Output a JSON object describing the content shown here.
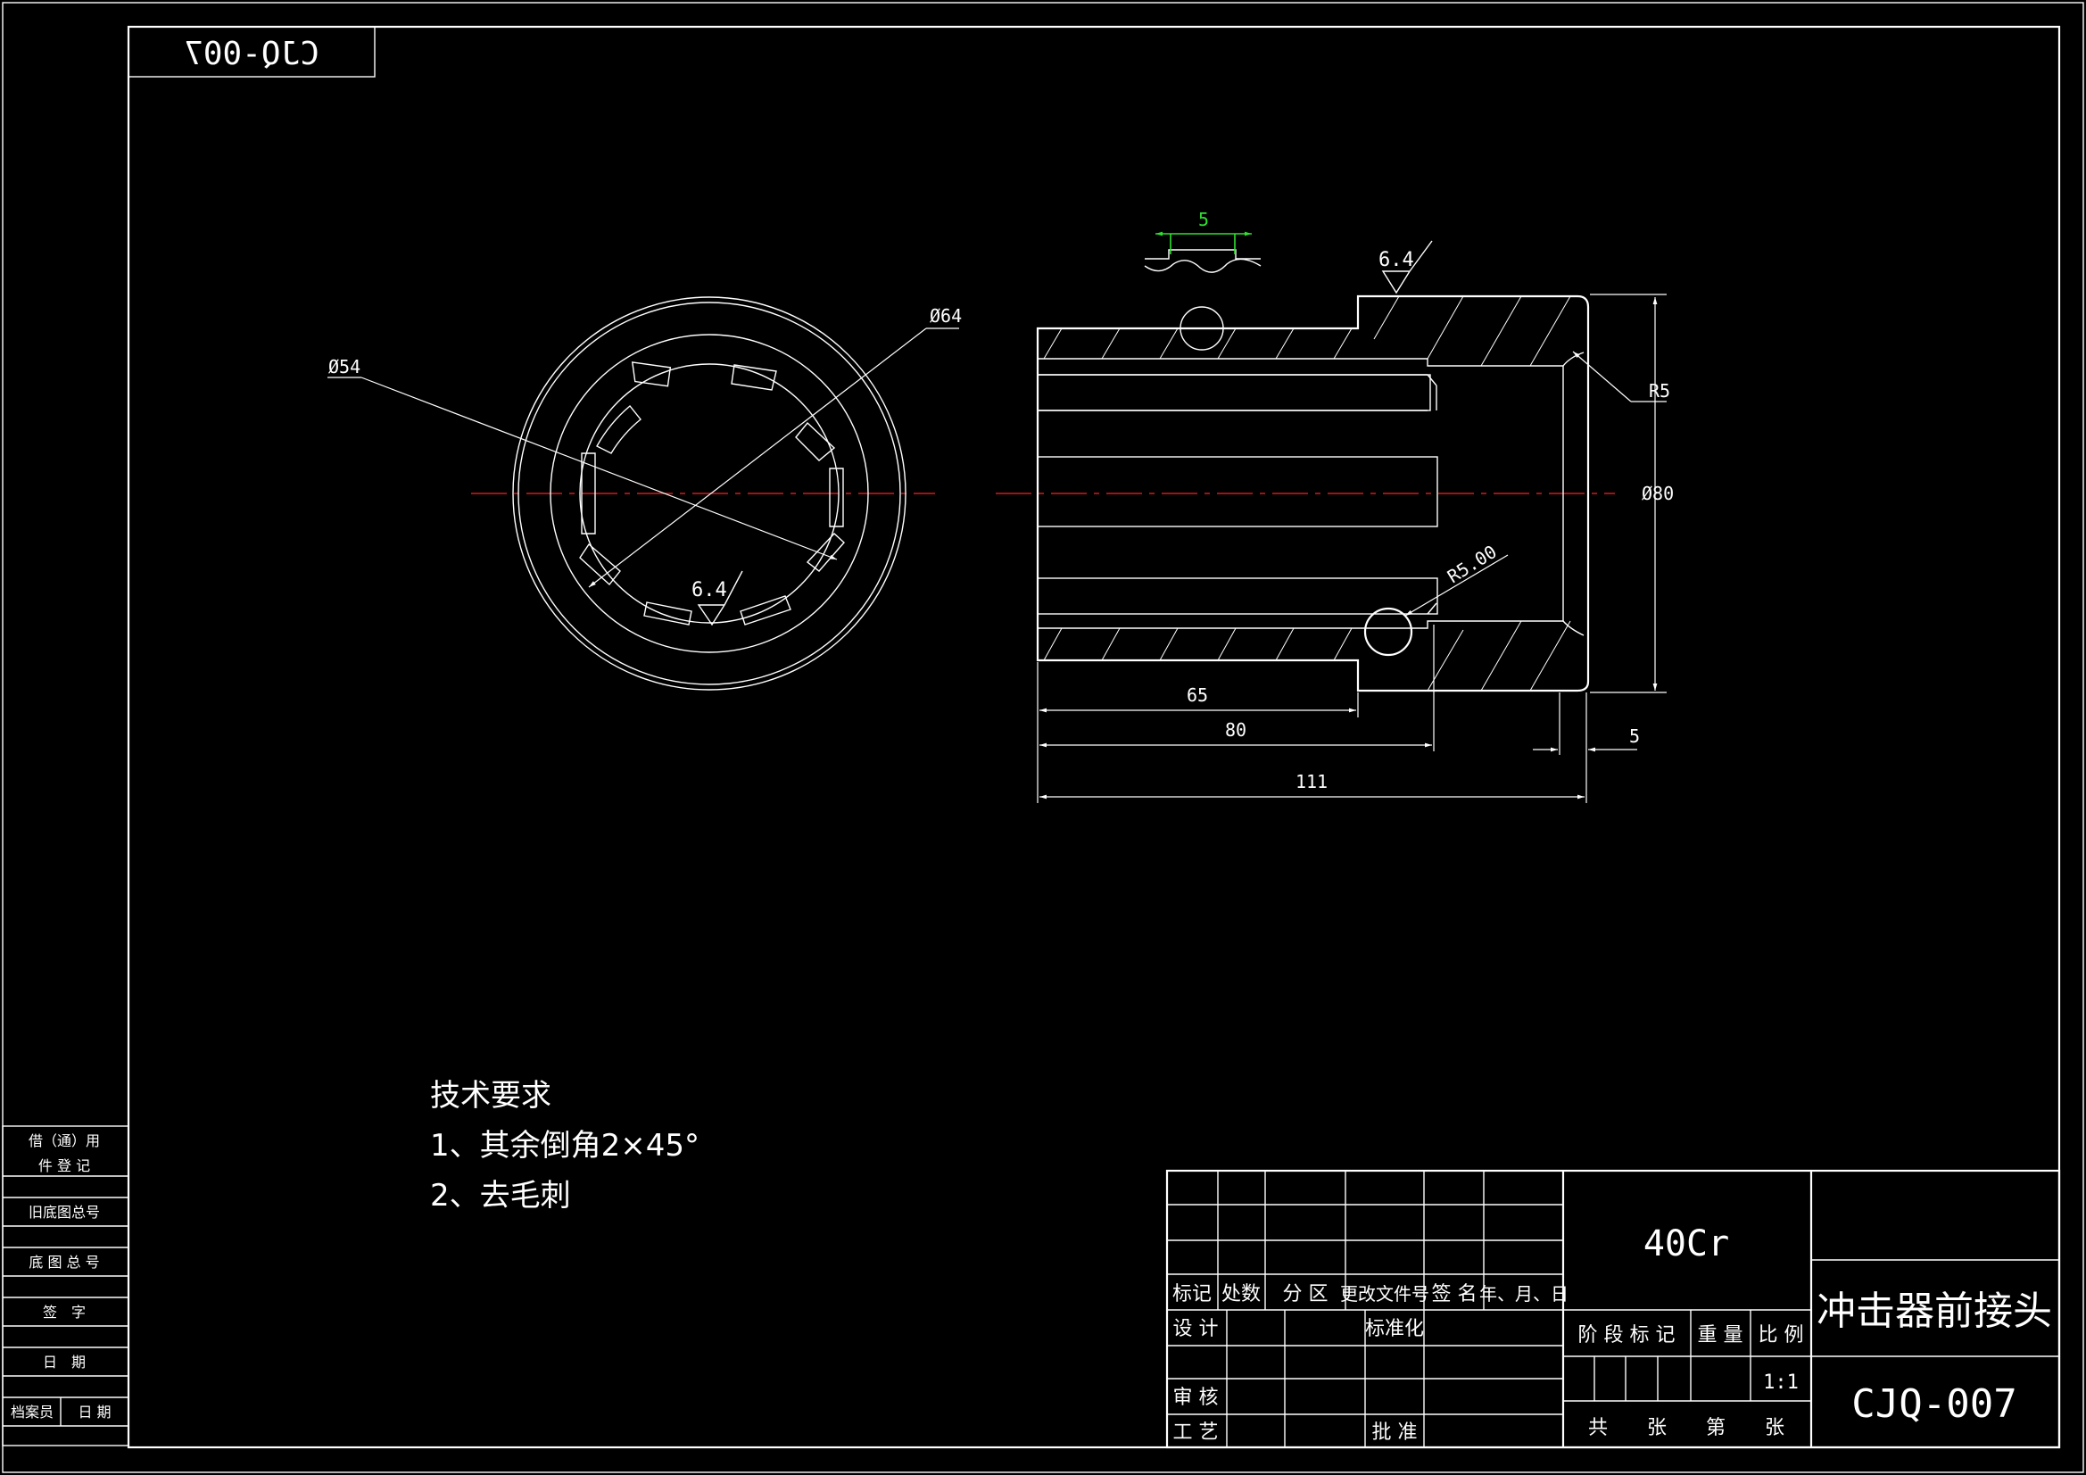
{
  "drawing": {
    "code_mirrored": "CJQ-007",
    "dimensions": {
      "d54": "Ø54",
      "d64": "Ø64",
      "d80": "Ø80",
      "r5": "R5",
      "r5_00": "R5.00",
      "l65": "65",
      "l80": "80",
      "l111": "111",
      "l5": "5",
      "keyway_5": "5"
    },
    "roughness": {
      "front": "6.4",
      "side": "6.4"
    },
    "tech_requirements": {
      "title": "技术要求",
      "item1": "1、其余倒角2×45°",
      "item2": "2、去毛刺"
    }
  },
  "left_strip": {
    "r1a": "借（通）用",
    "r1b": "件 登 记",
    "r2": "旧底图总号",
    "r3": "底 图 总 号",
    "r4": "签　字",
    "r5": "日　期",
    "r6a": "档案员",
    "r6b": "日 期"
  },
  "title_block": {
    "mark": "标记",
    "count": "处数",
    "zone": "分 区",
    "change_doc": "更改文件号",
    "signature": "签 名",
    "date": "年、月、日",
    "design": "设 计",
    "standardize": "标准化",
    "review": "审 核",
    "process": "工 艺",
    "approve": "批 准",
    "material": "40Cr",
    "stage_mark": "阶 段 标 记",
    "weight": "重 量",
    "scale_label": "比 例",
    "scale": "1:1",
    "sheets": "共　　张　　第　　张",
    "part_name": "冲击器前接头",
    "part_code": "CJQ-007"
  },
  "colors": {
    "background": "#000000",
    "lines": "#ffffff",
    "centerline": "#d31c1c",
    "dimension_highlight": "#2fe02f"
  }
}
